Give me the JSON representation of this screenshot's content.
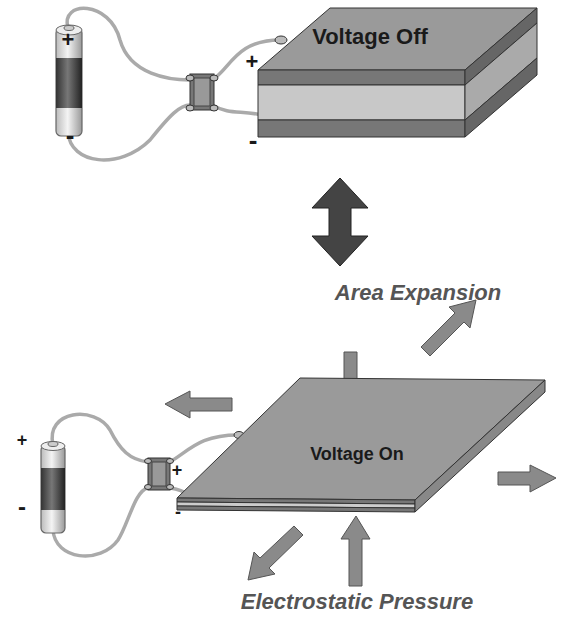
{
  "diagram": {
    "nodes": [
      {
        "text": [
          "Voltage Off"
        ]
      },
      {
        "text": [
          "Voltage On"
        ]
      }
    ],
    "edges": [
      {
        "from": 0,
        "to": 1,
        "arrow": "both"
      }
    ],
    "labels": [
      "+",
      "-",
      "+",
      "-",
      "Area Expansion",
      "+",
      "+",
      "-",
      "-",
      "Electrostatic Pressure"
    ]
  }
}
